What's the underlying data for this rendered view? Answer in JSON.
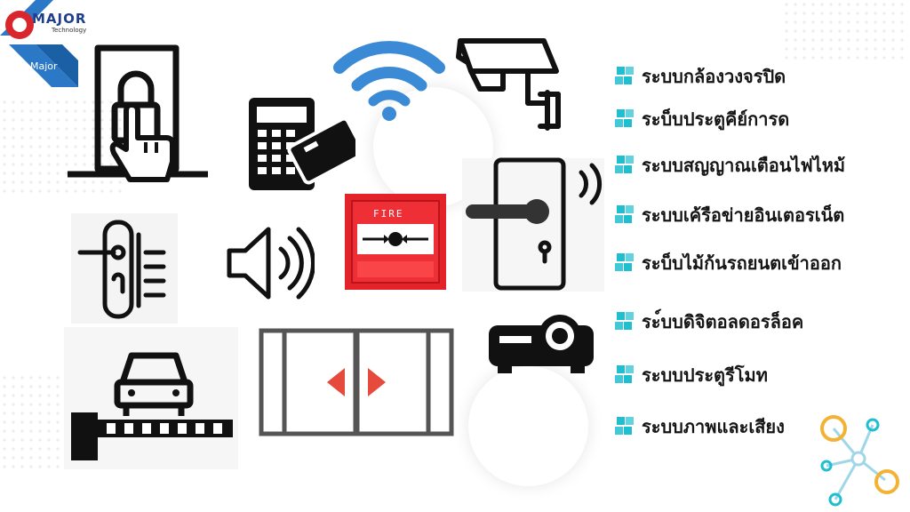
{
  "logo": {
    "brand": "MAJOR",
    "sub": "Technology",
    "tag": "Major"
  },
  "fire_label": "FIRE",
  "systems": [
    {
      "label": "ระบบกล้องวงจรปิด"
    },
    {
      "label": "ระบ็บประตูคีย์การด"
    },
    {
      "label": "ระบบสญญาณเตือนไฟไหม้"
    },
    {
      "label": "ระบบเค้รือข่ายอินเตอรเน็ต"
    },
    {
      "label": "ระบ็บไม้ก้นรถยนตเข้าออก"
    },
    {
      "label": "ระ์บบดิจิตอลดอรล็อค"
    },
    {
      "label": "ระบบประตูรีโมท"
    },
    {
      "label": "ระบบภาพและเสียง"
    }
  ],
  "colors": {
    "accent": "#1fbfd0",
    "fire_red": "#e2232a",
    "network_blue": "#3a8ad6",
    "node_yellow": "#f3b233",
    "logo_red": "#d8262c",
    "logo_blue": "#2a78c6"
  },
  "icons": [
    "door-access-icon",
    "keypad-card-icon",
    "wifi-icon",
    "cctv-icon",
    "door-lock-sound-icon",
    "speaker-icon",
    "fire-alarm-icon",
    "smart-handle-icon",
    "car-barrier-icon",
    "sliding-door-icon",
    "projector-icon",
    "network-nodes-icon"
  ]
}
